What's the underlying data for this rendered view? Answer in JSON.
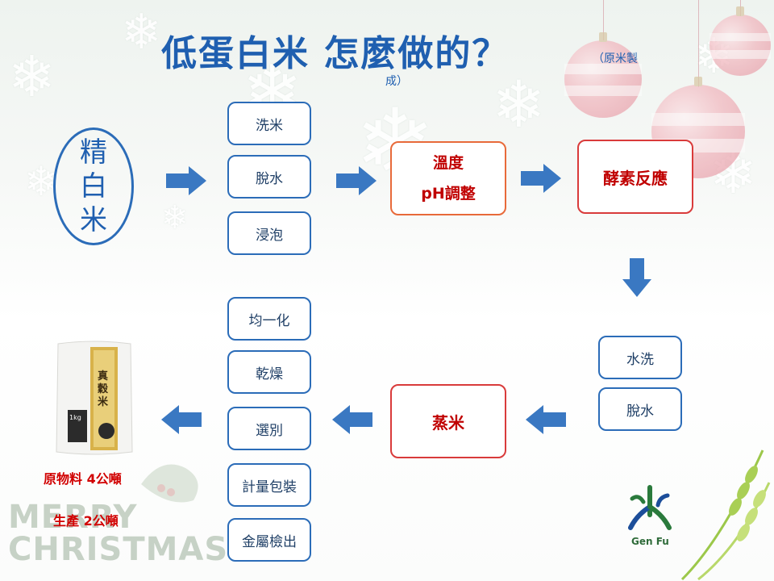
{
  "title": "低蛋白米 怎麼做的？",
  "subtitle_line1": "（原米製",
  "subtitle_line2": "成）",
  "source": {
    "chars": [
      "精",
      "白",
      "米"
    ]
  },
  "steps": {
    "group1": [
      "洗米",
      "脫水",
      "浸泡"
    ],
    "temp_line1": "溫度",
    "temp_line2": "pH調整",
    "enzyme": "酵素反應",
    "group2": [
      "水洗",
      "脫水"
    ],
    "steam": "蒸米",
    "group3": [
      "均一化",
      "乾燥",
      "選別",
      "計量包裝",
      "金屬檢出"
    ]
  },
  "output": {
    "raw": "原物料 4公噸",
    "produced": "生產 2公噸"
  },
  "background_text": [
    "MERRY",
    "CHRISTMAS"
  ],
  "logo": {
    "name": "Gen Fu"
  },
  "colors": {
    "title": "#1f5fb0",
    "box_border": "#2b6cb8",
    "red_border": "#d93b3b",
    "red_text": "#c00000",
    "arrow": "#3a78c2"
  }
}
